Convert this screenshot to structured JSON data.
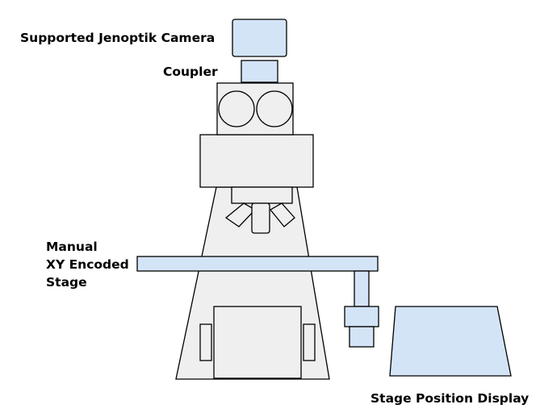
{
  "colors": {
    "blue": "#d3e4f7",
    "grey": "#efefef",
    "outline": "#000000"
  },
  "labels": {
    "camera": "Supported Jenoptik Camera",
    "coupler": "Coupler",
    "stage_line1": "Manual",
    "stage_line2": "XY Encoded",
    "stage_line3": "Stage",
    "display": "Stage Position Display"
  }
}
